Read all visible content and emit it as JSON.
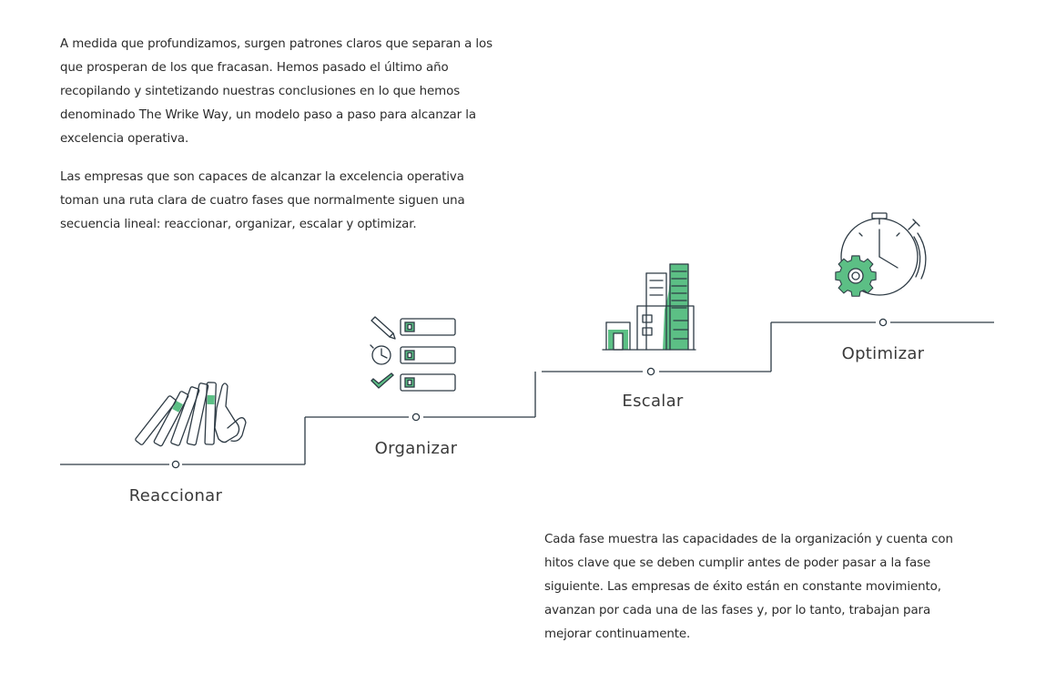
{
  "intro": {
    "paragraph1": "A medida que profundizamos, surgen patrones claros que separan a los que prosperan de los que fracasan. Hemos pasado el último año recopilando y sintetizando nuestras conclusiones en lo que hemos denominado The Wrike Way, un modelo paso a paso para alcanzar la excelencia operativa.",
    "paragraph2": "Las empresas que son capaces de alcanzar la excelencia operativa toman una ruta clara de cuatro fases que normalmente siguen una secuencia lineal: reaccionar, organizar, escalar y optimizar."
  },
  "stages": [
    {
      "label": "Reaccionar",
      "icon": "dominoes-hand-icon"
    },
    {
      "label": "Organizar",
      "icon": "checklist-icon"
    },
    {
      "label": "Escalar",
      "icon": "buildings-icon"
    },
    {
      "label": "Optimizar",
      "icon": "stopwatch-gear-icon"
    }
  ],
  "closing": {
    "paragraph": "Cada fase muestra las capacidades de la organización y cuenta con hitos clave que se deben cumplir antes de poder pasar a la fase siguiente. Las empresas de éxito están en constante movimiento, avanzan por cada una de las fases y, por lo tanto, trabajan para mejorar continuamente."
  },
  "colors": {
    "accent": "#5cbf85",
    "line": "#2d3a44",
    "text": "#2b2b2b"
  }
}
